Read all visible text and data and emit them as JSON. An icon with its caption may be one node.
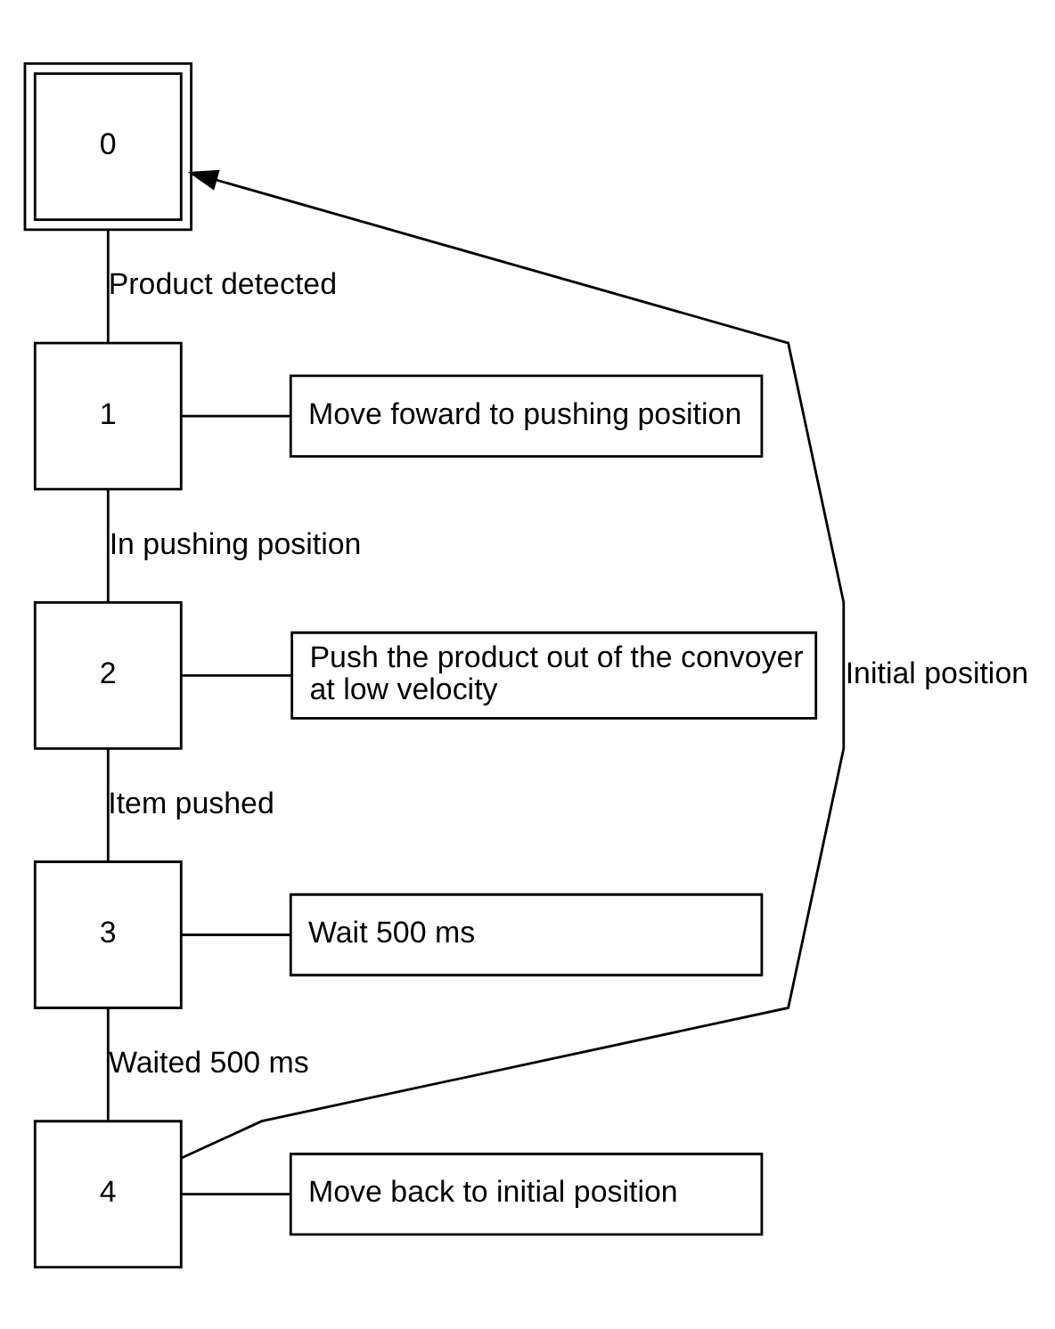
{
  "diagram": {
    "nodes": [
      {
        "text": [
          "0"
        ]
      },
      {
        "text": [
          "1"
        ]
      },
      {
        "text": [
          "Move foward to pushing position"
        ]
      },
      {
        "text": [
          "2"
        ]
      },
      {
        "text": [
          "Push the product out of the convoyer at low velocity"
        ]
      },
      {
        "text": [
          "3"
        ]
      },
      {
        "text": [
          "Wait 500 ms"
        ]
      },
      {
        "text": [
          "4"
        ]
      },
      {
        "text": [
          "Move back to initial position"
        ]
      }
    ],
    "edges": [
      {
        "from": 0,
        "to": 1,
        "arrow": "none",
        "label": "Product detected"
      },
      {
        "from": 1,
        "to": 2,
        "arrow": "none"
      },
      {
        "from": 1,
        "to": 3,
        "arrow": "none",
        "label": "In pushing position"
      },
      {
        "from": 3,
        "to": 4,
        "arrow": "none"
      },
      {
        "from": 3,
        "to": 5,
        "arrow": "none",
        "label": "Item pushed"
      },
      {
        "from": 5,
        "to": 6,
        "arrow": "none"
      },
      {
        "from": 5,
        "to": 7,
        "arrow": "none",
        "label": "Waited 500 ms"
      },
      {
        "from": 7,
        "to": 8,
        "arrow": "none"
      },
      {
        "from": 7,
        "to": 0,
        "arrow": "to",
        "label": "Initial position"
      }
    ]
  }
}
